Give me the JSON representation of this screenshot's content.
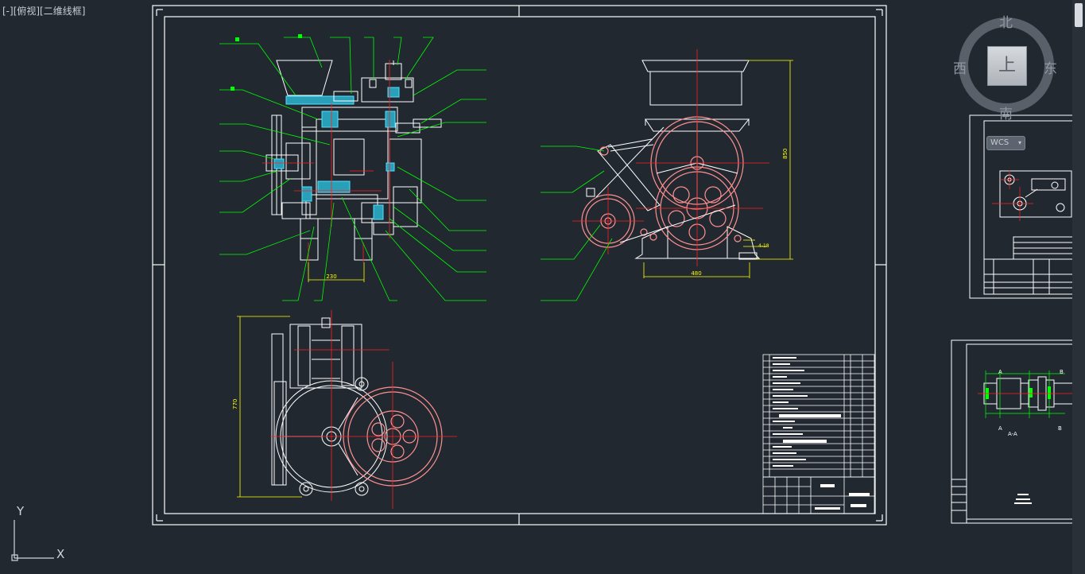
{
  "viewport": {
    "label": "[-][俯视][二维线框]"
  },
  "viewcube": {
    "north": "北",
    "south": "南",
    "east": "东",
    "west": "西",
    "face": "上",
    "wcs_label": "WCS",
    "wcs_arrow_icon": "chevron-down-icon"
  },
  "ucs": {
    "x_label": "X",
    "y_label": "Y"
  },
  "drawing": {
    "dims": {
      "front_width": "230",
      "side_width": "480",
      "side_height": "850",
      "top_height": "770",
      "hole": "4-18"
    },
    "section_labels": [
      "A",
      "A",
      "A-A",
      "B",
      "B"
    ]
  },
  "colors": {
    "background": "#212830",
    "frame": "#ffffff",
    "leader": "#00ff00",
    "center": "#ff2020",
    "dimension": "#ffff00",
    "section": "#00ffff"
  }
}
